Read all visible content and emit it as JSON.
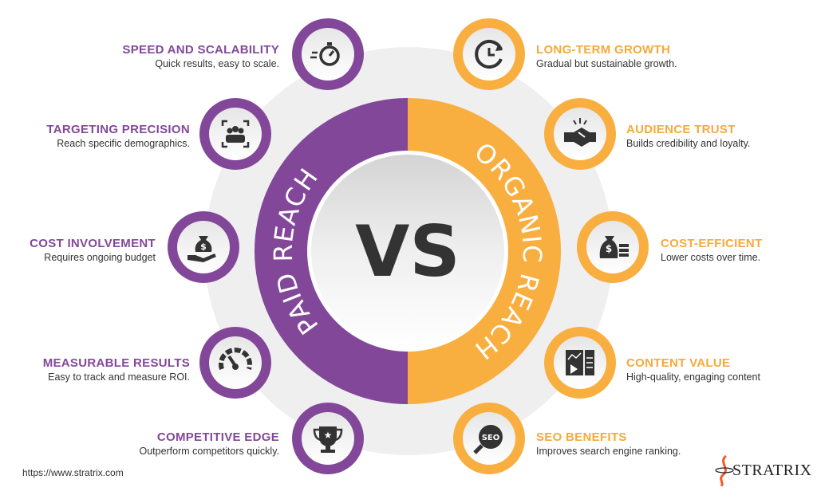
{
  "colors": {
    "paid": "#83479a",
    "organic": "#f9ae40",
    "background_circle": "#efefef",
    "vs_text": "#333333"
  },
  "center": {
    "vs": "VS",
    "left_label": "PAID REACH",
    "right_label": "ORGANIC REACH"
  },
  "paid_items": [
    {
      "title": "SPEED AND SCALABILITY",
      "desc": "Quick results, easy to scale.",
      "icon": "stopwatch-icon"
    },
    {
      "title": "TARGETING PRECISION",
      "desc": "Reach specific demographics.",
      "icon": "target-audience-icon"
    },
    {
      "title": "COST INVOLVEMENT",
      "desc": "Requires ongoing budget",
      "icon": "money-hand-icon"
    },
    {
      "title": "MEASURABLE RESULTS",
      "desc": "Easy to track and measure ROI.",
      "icon": "gauge-icon"
    },
    {
      "title": "COMPETITIVE EDGE",
      "desc": "Outperform competitors quickly.",
      "icon": "trophy-icon"
    }
  ],
  "organic_items": [
    {
      "title": "LONG-TERM GROWTH",
      "desc": "Gradual but sustainable growth.",
      "icon": "clock-refresh-icon"
    },
    {
      "title": "AUDIENCE TRUST",
      "desc": "Builds credibility and loyalty.",
      "icon": "handshake-icon"
    },
    {
      "title": "COST-EFFICIENT",
      "desc": "Lower costs over time.",
      "icon": "money-bag-icon"
    },
    {
      "title": "CONTENT VALUE",
      "desc": "High-quality, engaging content",
      "icon": "content-icon"
    },
    {
      "title": "SEO BENEFITS",
      "desc": "Improves search engine ranking.",
      "icon": "seo-search-icon"
    }
  ],
  "footer": {
    "url": "https://www.stratrix.com",
    "logo": "STRATRIX"
  }
}
